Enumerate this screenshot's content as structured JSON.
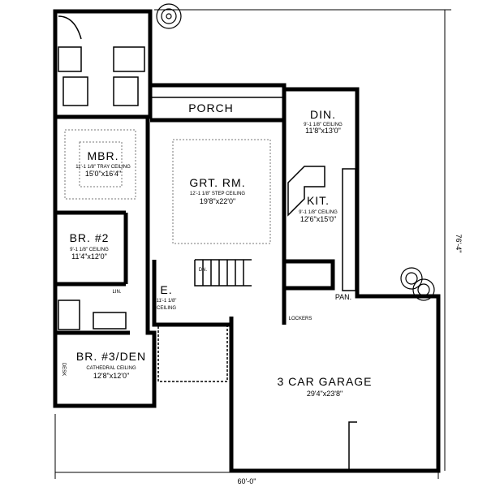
{
  "rooms": {
    "porch": {
      "name": "PORCH"
    },
    "din": {
      "name": "DIN.",
      "ceiling": "9'-1 1/8\" CEILING",
      "size": "11'8\"x13'0\""
    },
    "mbr": {
      "name": "MBR.",
      "ceiling": "11'-1 1/8\" TRAY CEILING",
      "size": "15'0\"x16'4\""
    },
    "grt": {
      "name": "GRT. RM.",
      "ceiling": "12'-1 1/8\" STEP CEILING",
      "size": "19'8\"x22'0\""
    },
    "kit": {
      "name": "KIT.",
      "ceiling": "9'-1 1/8\" CEILING",
      "size": "12'6\"x15'0\""
    },
    "br2": {
      "name": "BR. #2",
      "ceiling": "9'-1 1/8\" CEILING",
      "size": "11'4\"x12'0\""
    },
    "lin": {
      "name": "LIN."
    },
    "entry": {
      "name": "E.",
      "ceiling": "11'-1 1/8\"",
      "ceiling2": "CEILING"
    },
    "pan": {
      "name": "PAN."
    },
    "lockers": {
      "name": "LOCKERS"
    },
    "dn": {
      "name": "DN."
    },
    "br3": {
      "name": "BR. #3/DEN",
      "ceiling": "CATHEDRAL CEILING",
      "size": "12'8\"x12'0\""
    },
    "desk": {
      "name": "DESK"
    },
    "garage": {
      "name": "3 CAR GARAGE",
      "size": "29'4\"x23'8\""
    }
  },
  "dimensions": {
    "width": "60'-0\"",
    "depth": "76'-4\""
  }
}
